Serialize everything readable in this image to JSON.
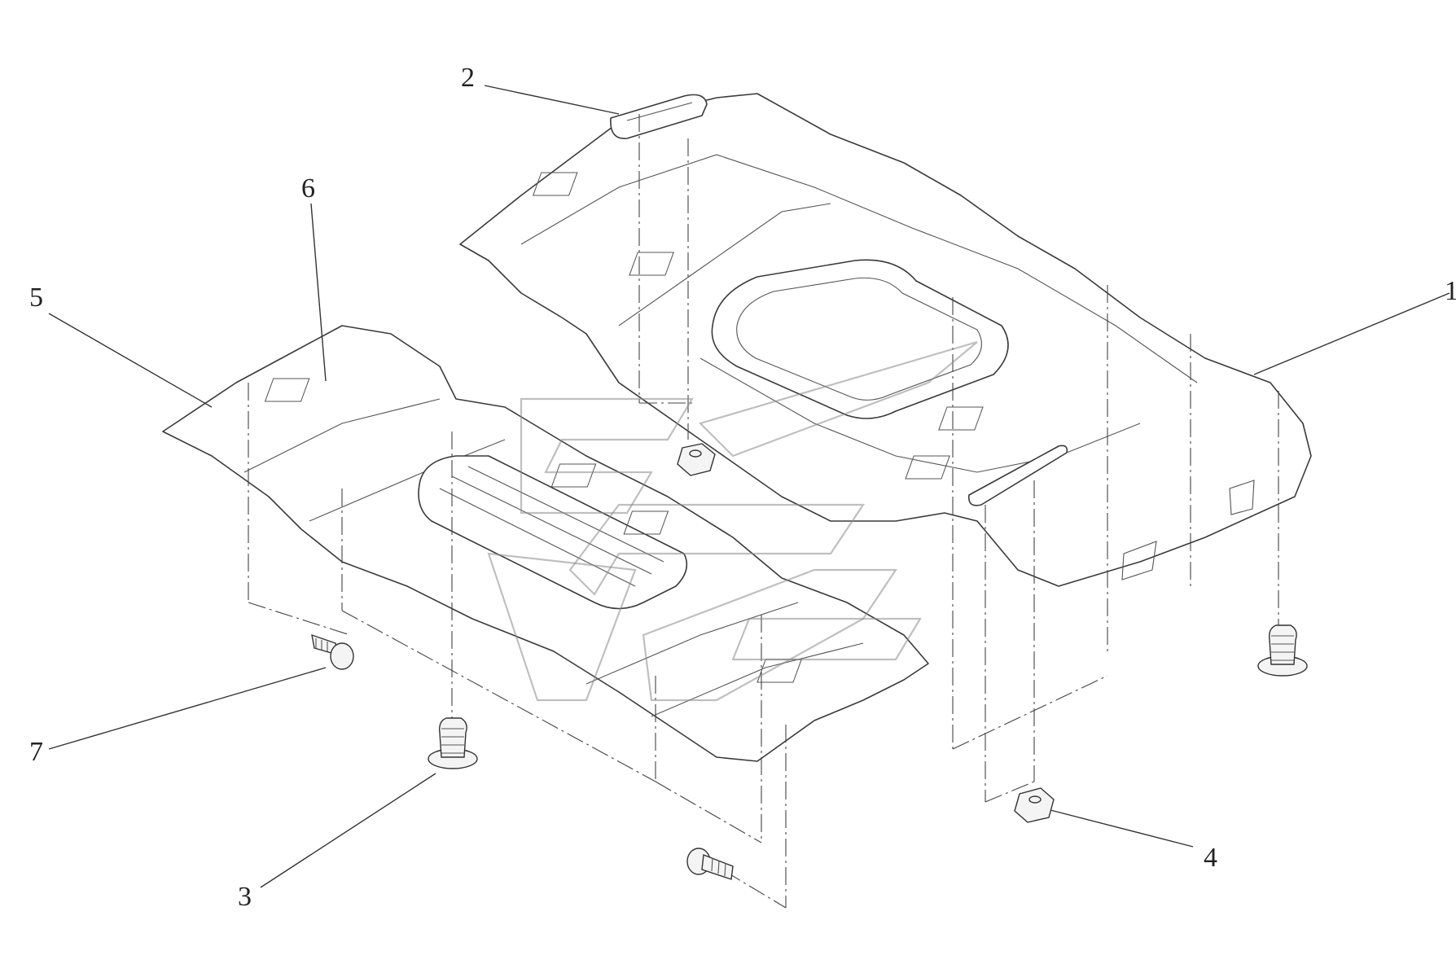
{
  "diagram": {
    "callouts": [
      {
        "id": "1",
        "label": "1"
      },
      {
        "id": "2",
        "label": "2"
      },
      {
        "id": "3",
        "label": "3"
      },
      {
        "id": "4",
        "label": "4"
      },
      {
        "id": "5",
        "label": "5"
      },
      {
        "id": "6",
        "label": "6"
      },
      {
        "id": "7",
        "label": "7"
      }
    ]
  },
  "colors": {
    "line": "#3a3a3a",
    "background": "#ffffff",
    "watermark": "#8a8a8a"
  }
}
